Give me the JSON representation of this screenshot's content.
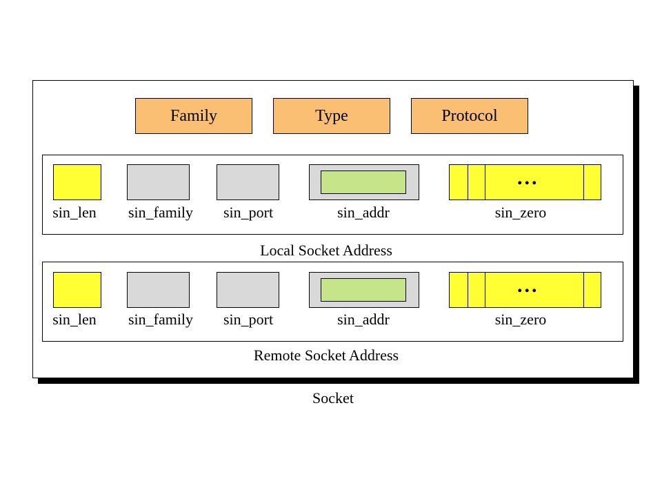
{
  "header": {
    "family": "Family",
    "type": "Type",
    "protocol": "Protocol"
  },
  "local": {
    "caption": "Local Socket Address",
    "fields": {
      "len": "sin_len",
      "family": "sin_family",
      "port": "sin_port",
      "addr": "sin_addr",
      "zero": "sin_zero"
    },
    "ellipsis": "..."
  },
  "remote": {
    "caption": "Remote Socket Address",
    "fields": {
      "len": "sin_len",
      "family": "sin_family",
      "port": "sin_port",
      "addr": "sin_addr",
      "zero": "sin_zero"
    },
    "ellipsis": "..."
  },
  "socket_caption": "Socket",
  "colors": {
    "header_fill": "#fbbf73",
    "yellow_fill": "#ffff33",
    "gray_fill": "#d9d9d9",
    "green_fill": "#c6e48a"
  }
}
